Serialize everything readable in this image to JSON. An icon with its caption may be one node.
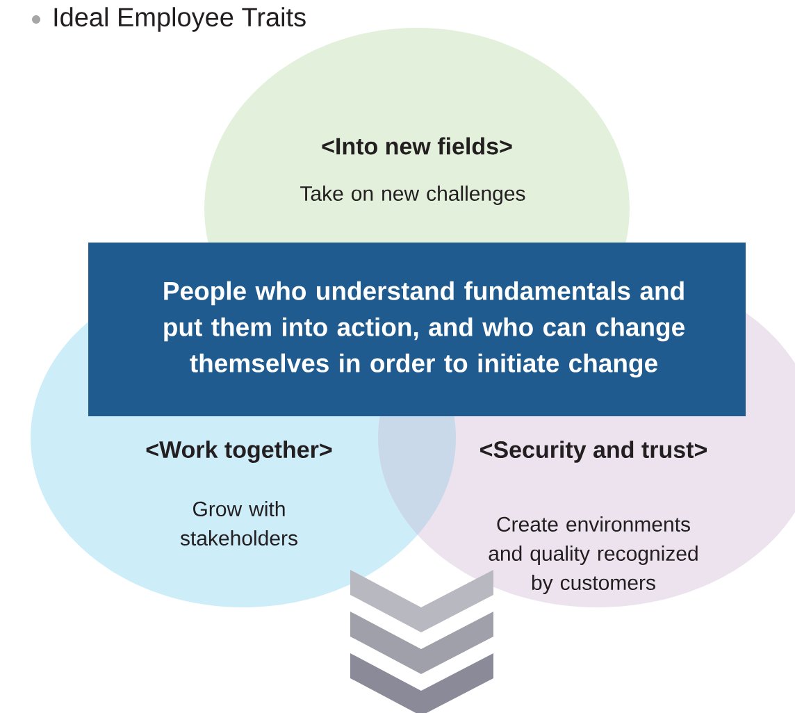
{
  "diagram": {
    "title": "Ideal Employee Traits",
    "nodes": [
      {
        "text": [
          "<Into new fields>",
          "Take on new challenges"
        ]
      },
      {
        "text": [
          "People who understand fundamentals and put them into action, and who can change themselves in order to initiate change"
        ]
      },
      {
        "text": [
          "<Work together>",
          "Grow with stakeholders"
        ]
      },
      {
        "text": [
          "<Security and trust>",
          "Create environments and quality recognized by customers"
        ]
      }
    ],
    "edges": []
  }
}
